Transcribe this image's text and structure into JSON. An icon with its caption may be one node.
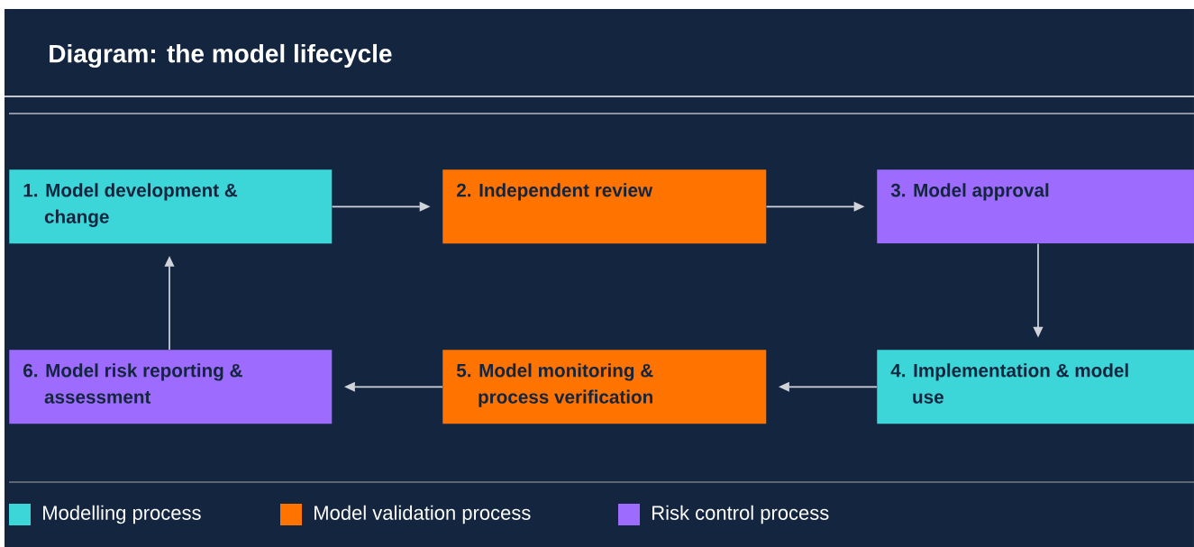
{
  "diagram": {
    "title": "Diagram: the model lifecycle",
    "nodes": [
      {
        "text": [
          "1. Model development & change"
        ]
      },
      {
        "text": [
          "2. Independent review"
        ]
      },
      {
        "text": [
          "3. Model approval"
        ]
      },
      {
        "text": [
          "4. Implementation & model use"
        ]
      },
      {
        "text": [
          "5. Model monitoring & process verification"
        ]
      },
      {
        "text": [
          "6. Model risk reporting & assessment"
        ]
      }
    ],
    "edges": [
      {
        "from": 0,
        "to": 1,
        "arrow": "to"
      },
      {
        "from": 1,
        "to": 2,
        "arrow": "to"
      },
      {
        "from": 2,
        "to": 3,
        "arrow": "to"
      },
      {
        "from": 3,
        "to": 4,
        "arrow": "to"
      },
      {
        "from": 4,
        "to": 5,
        "arrow": "to"
      },
      {
        "from": 5,
        "to": 0,
        "arrow": "to"
      }
    ],
    "legend": [
      {
        "text": "Modelling process",
        "color": "#3dd6d8"
      },
      {
        "text": "Model validation process",
        "color": "#ff7300"
      },
      {
        "text": "Risk control process",
        "color": "#9d6cff"
      }
    ]
  }
}
